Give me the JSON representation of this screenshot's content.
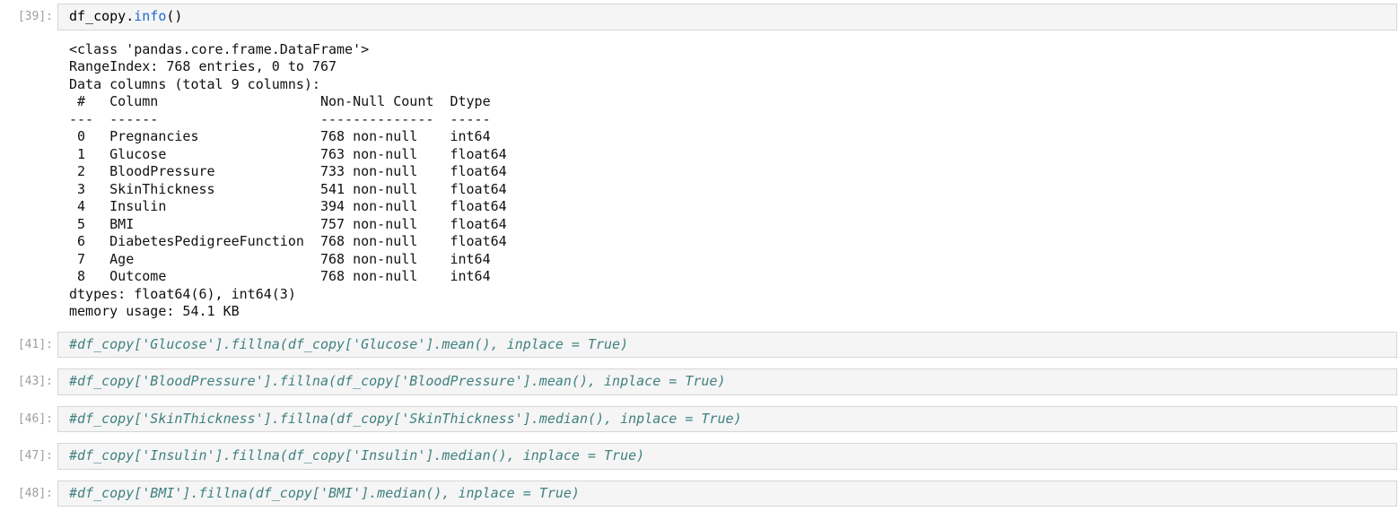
{
  "theme": {
    "page_bg": "#ffffff",
    "editor_bg": "#f5f5f5",
    "editor_border": "#d5d5d5",
    "prompt_color": "#9e9e9e",
    "property_color": "#1e69d2",
    "comment_color": "#408080",
    "output_color": "#111111"
  },
  "notebook": {
    "cells": [
      {
        "prompt": "[39]:",
        "code_object": "df_copy.",
        "code_method": "info",
        "code_call": "()",
        "output": "<class 'pandas.core.frame.DataFrame'>\nRangeIndex: 768 entries, 0 to 767\nData columns (total 9 columns):\n #   Column                    Non-Null Count  Dtype\n---  ------                    --------------  -----\n 0   Pregnancies               768 non-null    int64\n 1   Glucose                   763 non-null    float64\n 2   BloodPressure             733 non-null    float64\n 3   SkinThickness             541 non-null    float64\n 4   Insulin                   394 non-null    float64\n 5   BMI                       757 non-null    float64\n 6   DiabetesPedigreeFunction  768 non-null    float64\n 7   Age                       768 non-null    int64\n 8   Outcome                   768 non-null    int64\ndtypes: float64(6), int64(3)\nmemory usage: 54.1 KB"
      },
      {
        "prompt": "[41]:",
        "comment": "#df_copy['Glucose'].fillna(df_copy['Glucose'].mean(), inplace = True)"
      },
      {
        "prompt": "[43]:",
        "comment": "#df_copy['BloodPressure'].fillna(df_copy['BloodPressure'].mean(), inplace = True)"
      },
      {
        "prompt": "[46]:",
        "comment": "#df_copy['SkinThickness'].fillna(df_copy['SkinThickness'].median(), inplace = True)"
      },
      {
        "prompt": "[47]:",
        "comment": "#df_copy['Insulin'].fillna(df_copy['Insulin'].median(), inplace = True)"
      },
      {
        "prompt": "[48]:",
        "comment": "#df_copy['BMI'].fillna(df_copy['BMI'].median(), inplace = True)"
      }
    ]
  }
}
